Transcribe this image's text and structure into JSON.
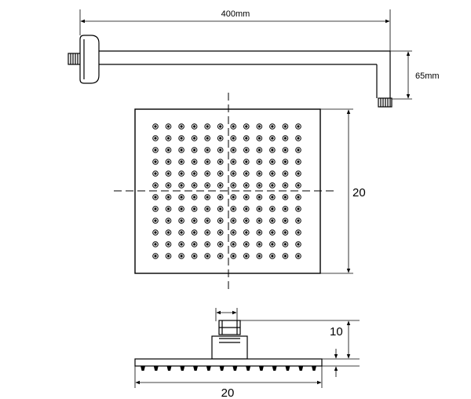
{
  "arm_length": "400mm",
  "arm_drop": "65mm",
  "head_side_dimension": "20",
  "head_width_dimension": "20",
  "head_height_dimension": "10",
  "nozzle_grid": {
    "rows": 12,
    "cols": 12
  },
  "bottom_nozzles": 14,
  "line_color": "#000000"
}
